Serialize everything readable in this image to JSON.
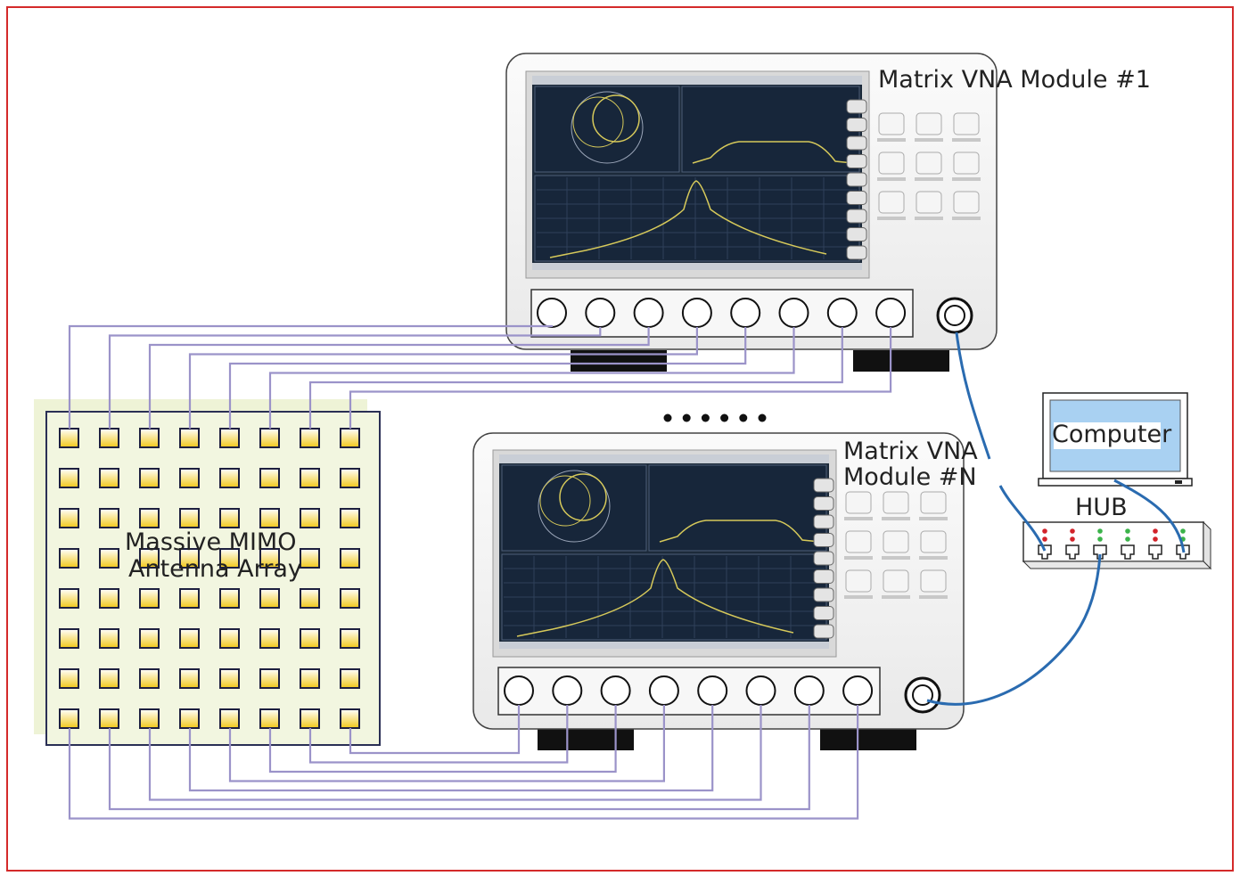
{
  "labels": {
    "vna_module_1": "Matrix VNA Module #1",
    "vna_module_n_line1": "Matrix VNA",
    "vna_module_n_line2": "Module #N",
    "antenna_line1": "Massive MIMO",
    "antenna_line2": "Antenna Array",
    "hub": "HUB",
    "computer": "Computer",
    "ellipsis": "• • • • • •"
  },
  "colors": {
    "frame": "#d42a2a",
    "cable": "#9b93c9",
    "network_cable": "#2a6bb0",
    "array_panel": "#eef3d6",
    "element_fill_top": "#ffffff",
    "element_fill_bottom": "#f2c81a",
    "screen_bg": "#1c2a3a",
    "trace": "#d6c95a",
    "computer_screen": "#a9d1f2",
    "led_red": "#d2232a",
    "led_green": "#3bb34a"
  },
  "antenna_array": {
    "rows": 8,
    "cols": 8
  },
  "vna_modules": [
    {
      "name": "module-1",
      "ports": 8
    },
    {
      "name": "module-n",
      "ports": 8
    }
  ],
  "hub": {
    "ports": 6,
    "led_pattern": [
      "red",
      "red",
      "green",
      "green",
      "red",
      "green"
    ]
  }
}
